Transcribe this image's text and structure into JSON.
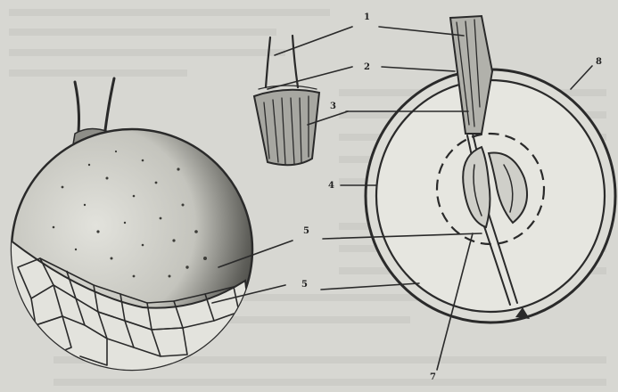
{
  "figure": {
    "callouts": [
      {
        "id": "1",
        "text": "1"
      },
      {
        "id": "2",
        "text": "2"
      },
      {
        "id": "3",
        "text": "3"
      },
      {
        "id": "4",
        "text": "4"
      },
      {
        "id": "5a",
        "text": "5"
      },
      {
        "id": "5b",
        "text": "5"
      },
      {
        "id": "7",
        "text": "7"
      },
      {
        "id": "8",
        "text": "8"
      }
    ]
  },
  "colors": {
    "background": "#d7d7d2",
    "ink": "#2a2a2a",
    "faded_text": "#b9b9b4"
  }
}
